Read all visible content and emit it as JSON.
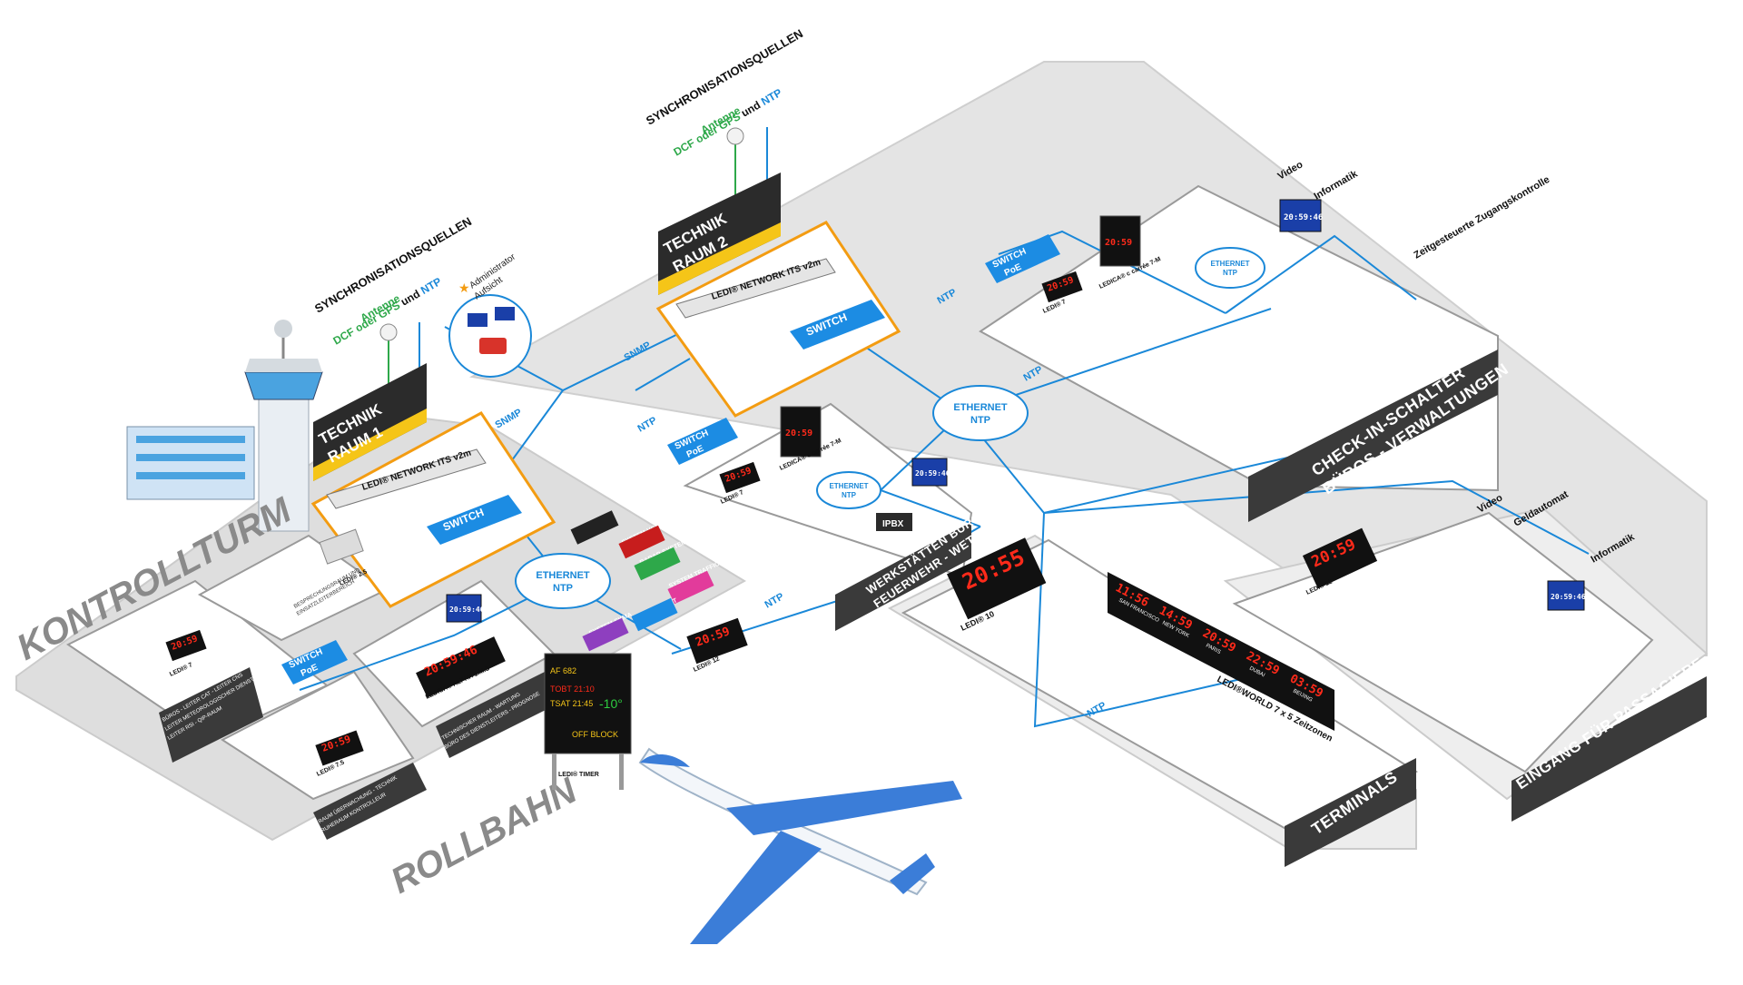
{
  "sync_left": {
    "title": "SYNCHRONISATIONSQUELLEN",
    "antenna": "Antenne",
    "line2_a": "DCF oder GPS",
    "line2_b": "und",
    "line2_c": "NTP"
  },
  "sync_mid": {
    "title": "SYNCHRONISATIONSQUELLEN",
    "antenna": "Antenne",
    "line2_a": "DCF oder GPS",
    "line2_b": "und",
    "line2_c": "NTP"
  },
  "tech_room_1": {
    "title_line1": "TECHNIK",
    "title_line2": "RAUM  1",
    "device": "LEDI® NETWORK ITS v2m",
    "switch": "SWITCH"
  },
  "tech_room_2": {
    "title_line1": "TECHNIK",
    "title_line2": "RAUM  2",
    "device": "LEDI® NETWORK ITS v2m",
    "switch": "SWITCH"
  },
  "admin": {
    "line1": "Administrator",
    "line2": "Aufsicht"
  },
  "ethernet_main": {
    "line1": "ETHERNET",
    "line2": "NTP"
  },
  "ethernet_center": {
    "line1": "ETHERNET",
    "line2": "NTP"
  },
  "ethernet_small1": {
    "line1": "ETHERNET",
    "line2": "NTP"
  },
  "ethernet_small2": {
    "line1": "ETHERNET",
    "line2": "NTP"
  },
  "switch_poe": {
    "line1": "SWITCH",
    "line2": "PoE"
  },
  "systems": [
    "SYSTEM VCCS",
    "RADAR SYSTEM",
    "SYSTEM TRAFFIC",
    "SYSTEM SKMA",
    "SYSTEM SMT"
  ],
  "link_labels": {
    "snmp": "SNMP",
    "ntp": "NTP",
    "video": "Video",
    "informatik": "Informatik",
    "geldautomat": "Geldautomat",
    "zugang": "Zeitgesteuerte Zugangskontrolle"
  },
  "zones": {
    "kontrollturm": "KONTROLLTURM",
    "rollbahn": "ROLLBAHN",
    "checkin_line1": "CHECK-IN-SCHALTER",
    "checkin_line2": "BÜROS - VERWALTUNGEN",
    "werkstaetten_line1": "WERKSTÄTTEN BÜROS",
    "werkstaetten_line2": "FEUERWEHR - WETTER",
    "terminals": "TERMINALS",
    "eingang": "EINGANG  FÜR PASSAGIERE"
  },
  "room_labels": {
    "bueros": [
      "BÜROS - LEITER CAT - LEITER CNS",
      "LEITER METEOROLOGISCHER DIENST",
      "LEITER RSI - QIP-RAUM"
    ],
    "technik": [
      "TECHNISCHER RAUM - WARTUNG",
      "BÜRO DES DIENSTLEITERS - PROGNOSE"
    ],
    "ueberwachung": [
      "RAUM  ÜBERWACHUNG - TECHNIK",
      "RUHERAUM KONTROLLEUR"
    ],
    "besprechung": [
      "BESPRECHUNGSRAUM UND",
      "EINSATZLEITERBEREICH"
    ]
  },
  "clocks": {
    "ledi7": "LEDI® 7",
    "ledi25": "LEDI® 2.5",
    "ledi75": "LEDI® 7.5",
    "ledi10": "LEDI® 10",
    "ledi12": "LEDI® 12",
    "ledica_alpha": "LEDICA® ALPHA 1.M.S",
    "ledica_c": "LEDICA® c carrée 7-M",
    "ledi_timer": "LEDI® TIMER",
    "ledi_world": "LEDI®WORLD 7 x 5 Zeitzonen",
    "ipbx": "IPBX"
  },
  "displays": {
    "time_main": "20:59:46",
    "time_alpha": "20:59:46",
    "clock_red": "20:59",
    "terminal_big": "20:55",
    "eingang_clock": "20:59",
    "timer_rows": [
      "AF 682",
      "TOBT 21:10",
      "TSAT 21:45",
      "OFF BLOCK"
    ],
    "timer_temp": "-10°",
    "world": [
      {
        "time": "11:56",
        "city": "SAN FRANCISCO"
      },
      {
        "time": "14:59",
        "city": "NEW YORK"
      },
      {
        "time": "20:59",
        "city": "PARIS"
      },
      {
        "time": "22:59",
        "city": "DUBAI"
      },
      {
        "time": "03:59",
        "city": "BEIJING"
      }
    ]
  },
  "colors": {
    "network": "#1a88d8",
    "sync_green": "#2ea84a",
    "poe_blue": "#1c8ce3",
    "zone_dark": "#3a3a3a",
    "floor": "#e6e6e6",
    "accent_orange": "#f39c12"
  }
}
